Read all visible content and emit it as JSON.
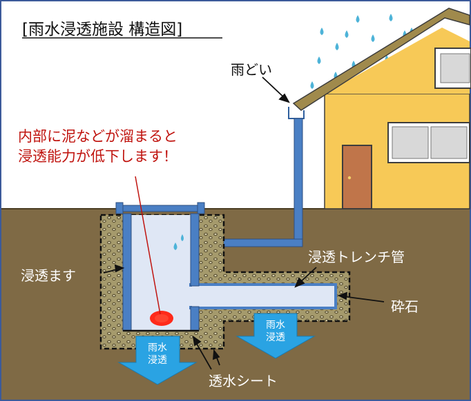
{
  "title": "[雨水浸透施設 構造図]",
  "warning": {
    "line1": "内部に泥などが溜まると",
    "line2": "浸透能力が低下します！"
  },
  "labels": {
    "downspout": "雨どい",
    "basin": "浸透ます",
    "trench_pipe": "浸透トレンチ管",
    "gravel": "砕石",
    "sheet": "透水シート"
  },
  "arrows": {
    "left": {
      "line1": "雨水",
      "line2": "浸透"
    },
    "right": {
      "line1": "雨水",
      "line2": "浸透"
    }
  },
  "colors": {
    "soil": "#7f6a45",
    "sky": "#ffffff",
    "house_wall": "#f7c957",
    "roof": "#a08a4c",
    "pipe": "#4a7fc4",
    "water": "#dfe7f5",
    "gravel": "#9d9367",
    "warning_text": "#c0140f",
    "arrow": "#2aa3e3",
    "raindrop": "#4db3d8"
  }
}
